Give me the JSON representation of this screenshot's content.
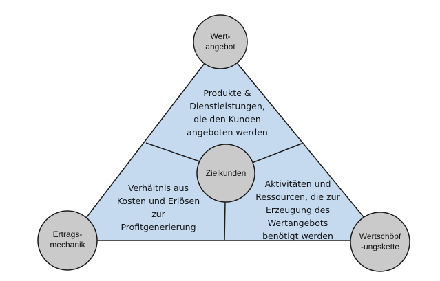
{
  "diagram": {
    "nodes": {
      "top": "Wert-\nangebot",
      "left": "Ertrags-\nmechanik",
      "right": "Wertschöpf\n-ungskette",
      "center": "Zielkunden"
    },
    "sections": {
      "top": "Produkte &\nDienstleistungen,\ndie den Kunden\nangeboten werden",
      "left": "Verhältnis aus\nKosten und Erlösen\nzur\nProfitgenerierung",
      "right": "Aktivitäten und\nRessourcen, die zur\nErzeugung des\nWertangebots\nbenötigt werden"
    },
    "colors": {
      "triangle_fill": "#c5d9ef",
      "circle_fill": "#cacaca",
      "stroke": "#1a1a1a"
    }
  }
}
